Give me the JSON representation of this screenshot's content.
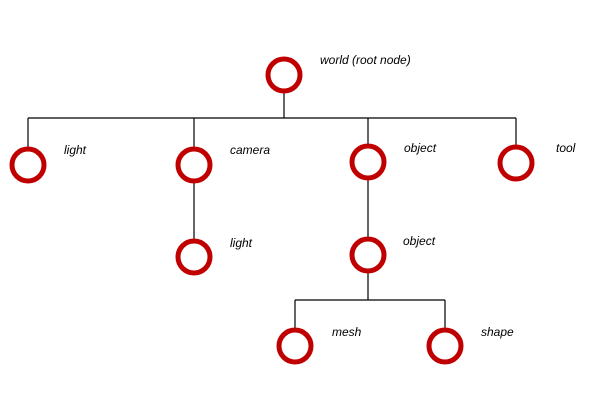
{
  "colors": {
    "node_ring": "#c00000",
    "edge": "#000000",
    "background": "#ffffff"
  },
  "tree": {
    "nodes": [
      {
        "id": "world",
        "label": "world (root node)"
      },
      {
        "id": "light1",
        "label": "light"
      },
      {
        "id": "camera",
        "label": "camera"
      },
      {
        "id": "object1",
        "label": "object"
      },
      {
        "id": "tool",
        "label": "tool"
      },
      {
        "id": "light2",
        "label": "light"
      },
      {
        "id": "object2",
        "label": "object"
      },
      {
        "id": "mesh",
        "label": "mesh"
      },
      {
        "id": "shape",
        "label": "shape"
      }
    ],
    "edges": [
      {
        "from": "world",
        "to": "light1"
      },
      {
        "from": "world",
        "to": "camera"
      },
      {
        "from": "world",
        "to": "object1"
      },
      {
        "from": "world",
        "to": "tool"
      },
      {
        "from": "camera",
        "to": "light2"
      },
      {
        "from": "object1",
        "to": "object2"
      },
      {
        "from": "object2",
        "to": "mesh"
      },
      {
        "from": "object2",
        "to": "shape"
      }
    ]
  }
}
